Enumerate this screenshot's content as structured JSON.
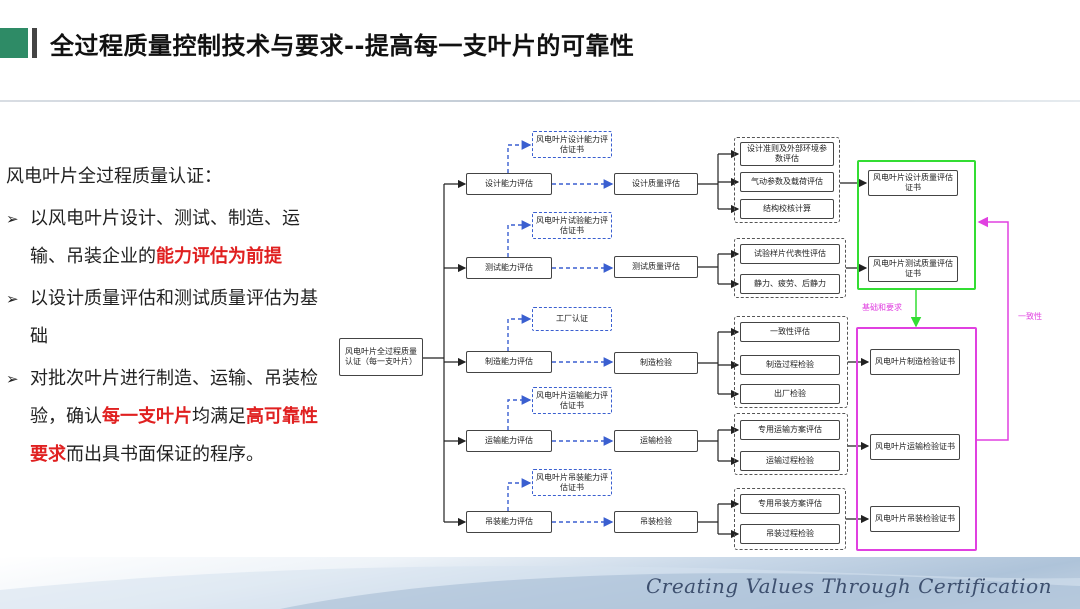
{
  "header": {
    "title": "全过程质量控制技术与要求--提高每一支叶片的可靠性"
  },
  "left": {
    "intro": "风电叶片全过程质量认证：",
    "bullet_mark": "➢",
    "bullet1_a": "以风电叶片设计、测试、制造、运输、吊装企业的",
    "bullet1_hl": "能力评估为前提",
    "bullet2": "以设计质量评估和测试质量评估为基础",
    "bullet3_a": "对批次叶片进行制造、运输、吊装检验，确认",
    "bullet3_hl1": "每一支叶片",
    "bullet3_b": "均满足",
    "bullet3_hl2": "高可靠性要求",
    "bullet3_c": "而出具书面保证的程序。"
  },
  "diagram": {
    "root": "风电叶片全过程质量认证（每一支叶片）",
    "cap_design": "设计能力评估",
    "cap_test": "测试能力评估",
    "cap_mfg": "制造能力评估",
    "cap_trans": "运输能力评估",
    "cap_hoist": "吊装能力评估",
    "cert_design": "风电叶片设计能力评估证书",
    "cert_test": "风电叶片试验能力评估证书",
    "cert_factory": "工厂认证",
    "cert_trans": "风电叶片运输能力评估证书",
    "cert_hoist": "风电叶片吊装能力评估证书",
    "eval_design": "设计质量评估",
    "eval_test": "测试质量评估",
    "insp_mfg": "制造检验",
    "insp_trans": "运输检验",
    "insp_hoist": "吊装检验",
    "d1": "设计准则及外部环境参数评估",
    "d2": "气动参数及载荷评估",
    "d3": "结构校核计算",
    "t1": "试验样片代表性评估",
    "t2": "静力、疲劳、后静力",
    "m1": "一致性评估",
    "m2": "制造过程检验",
    "m3": "出厂检验",
    "tr1": "专用运输方案评估",
    "tr2": "运输过程检验",
    "h1": "专用吊装方案评估",
    "h2": "吊装过程检验",
    "out_design": "风电叶片设计质量评估证书",
    "out_test": "风电叶片测试质量评估证书",
    "out_mfg": "风电叶片制造检验证书",
    "out_trans": "风电叶片运输检验证书",
    "out_hoist": "风电叶片吊装检验证书",
    "label_basis": "基础和要求",
    "label_consistency": "一致性"
  },
  "colors": {
    "accent": "#2e8b66",
    "highlight": "#e02020",
    "dashed_arrow": "#3a5fd0",
    "green_frame": "#33dd33",
    "pink_frame": "#e040e0"
  },
  "footer": {
    "slogan": "Creating Values Through Certification"
  }
}
